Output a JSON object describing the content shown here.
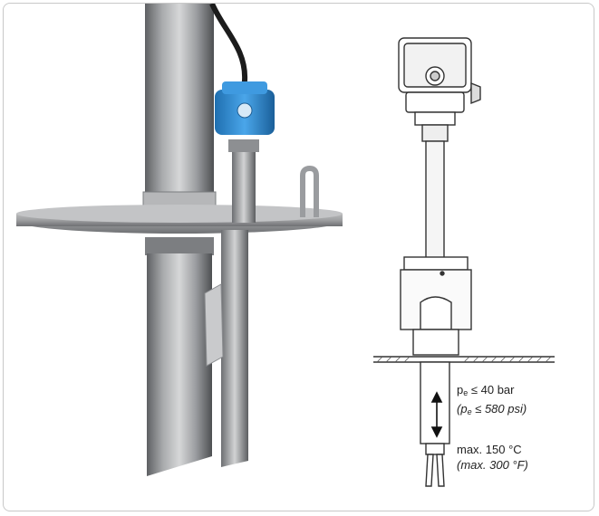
{
  "specs": {
    "pressure_metric_prefix": "p",
    "pressure_sub": "e",
    "pressure_metric_value": "≤ 40 bar",
    "pressure_imperial_prefix": "(p",
    "pressure_imperial_sub": "e",
    "pressure_imperial_value": "≤ 580 psi)",
    "temp_metric": "max. 150 °C",
    "temp_imperial": "(max. 300 °F)"
  },
  "colors": {
    "steel_dark": "#8a8c8f",
    "steel_light": "#d9dadb",
    "housing_blue": "#2f8fd6",
    "line": "#333333"
  },
  "icons": [
    "double-arrow-icon"
  ]
}
